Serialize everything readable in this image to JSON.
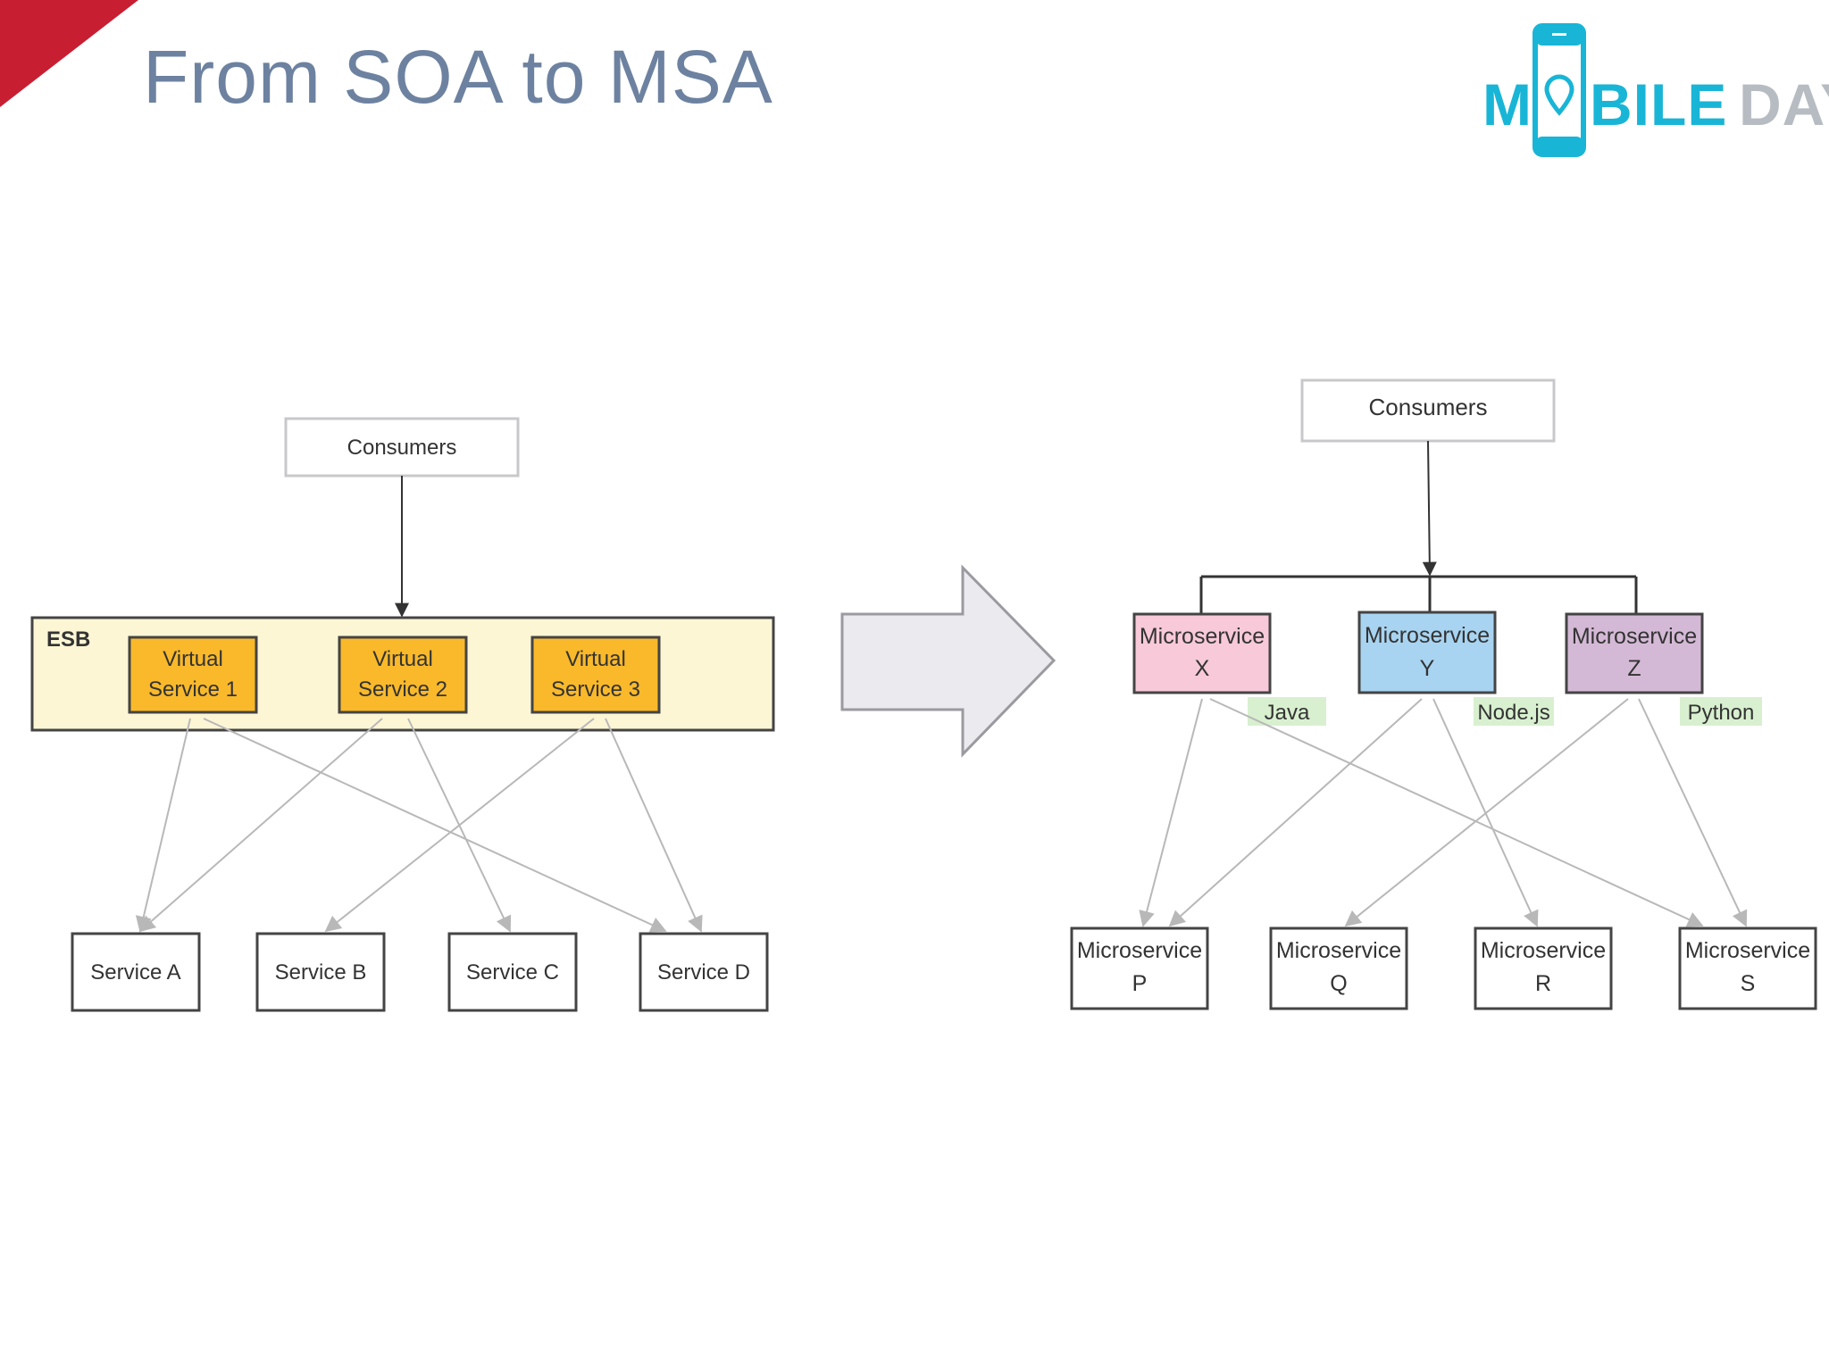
{
  "slide": {
    "title": "From SOA to MSA",
    "brand_color": "#c81e32",
    "title_color": "#6d82a0"
  },
  "logo": {
    "part_m": "M",
    "part_bile": "BILE",
    "part_day": "DAY",
    "icon": "phone-location-pin-icon"
  },
  "soa": {
    "consumers": "Consumers",
    "esb_label": "ESB",
    "virtual_services": [
      {
        "line1": "Virtual",
        "line2": "Service 1"
      },
      {
        "line1": "Virtual",
        "line2": "Service 2"
      },
      {
        "line1": "Virtual",
        "line2": "Service 3"
      }
    ],
    "services": [
      "Service A",
      "Service B",
      "Service C",
      "Service D"
    ]
  },
  "transition_arrow": "right-arrow-icon",
  "msa": {
    "consumers": "Consumers",
    "top_services": [
      {
        "line1": "Microservice",
        "line2": "X",
        "tech": "Java",
        "color": "#f7c9d9"
      },
      {
        "line1": "Microservice",
        "line2": "Y",
        "tech": "Node.js",
        "color": "#a8d4f1"
      },
      {
        "line1": "Microservice",
        "line2": "Z",
        "tech": "Python",
        "color": "#d4b9d6"
      }
    ],
    "bottom_services": [
      {
        "line1": "Microservice",
        "line2": "P"
      },
      {
        "line1": "Microservice",
        "line2": "Q"
      },
      {
        "line1": "Microservice",
        "line2": "R"
      },
      {
        "line1": "Microservice",
        "line2": "S"
      }
    ],
    "tech_label_color": "#d8f0cf"
  }
}
